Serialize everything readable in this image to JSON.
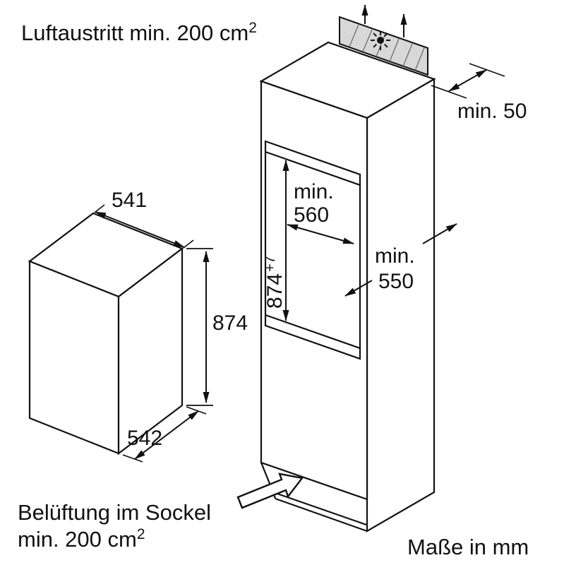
{
  "colors": {
    "line": "#111111",
    "vent_fill": "#d8d8d8"
  },
  "labels": {
    "air_outlet": {
      "text": "Luftaustritt min. 200 cm",
      "sup": "2"
    },
    "top_clearance": "min. 50",
    "plinth_line1": "Belüftung im Sockel",
    "plinth_line2": {
      "text": "min. 200 cm",
      "sup": "2"
    },
    "units": "Maße in mm"
  },
  "appliance": {
    "width_top": "541",
    "height": "874",
    "depth_bottom": "542"
  },
  "niche": {
    "width_min": "min.",
    "width": "560",
    "height": "874",
    "height_tolerance": "+7",
    "depth_min": "min.",
    "depth": "550"
  }
}
